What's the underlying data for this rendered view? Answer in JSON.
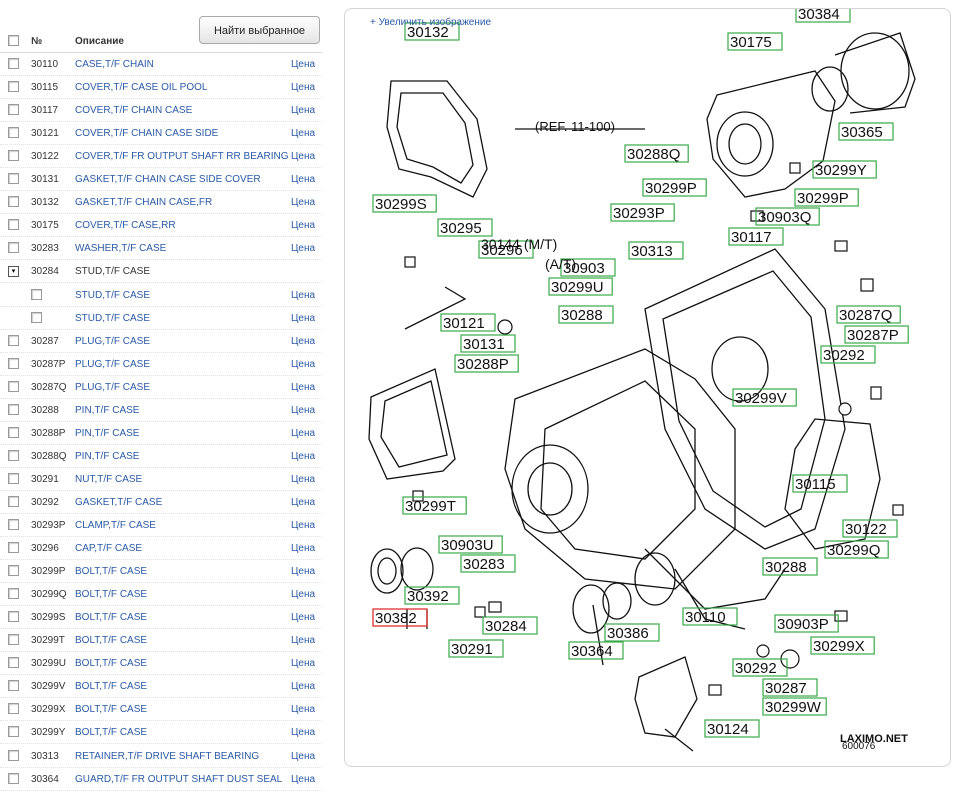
{
  "toolbar": {
    "find_selected": "Найти выбранное"
  },
  "table": {
    "col_no": "№",
    "col_desc": "Описание",
    "rows": [
      {
        "no": "30110",
        "desc": "CASE,T/F CHAIN",
        "price": "Цена"
      },
      {
        "no": "30115",
        "desc": "COVER,T/F CASE OIL POOL",
        "price": "Цена"
      },
      {
        "no": "30117",
        "desc": "COVER,T/F CHAIN CASE",
        "price": "Цена"
      },
      {
        "no": "30121",
        "desc": "COVER,T/F CHAIN CASE SIDE",
        "price": "Цена"
      },
      {
        "no": "30122",
        "desc": "COVER,T/F FR OUTPUT SHAFT RR BEARING",
        "price": "Цена"
      },
      {
        "no": "30131",
        "desc": "GASKET,T/F CHAIN CASE SIDE COVER",
        "price": "Цена"
      },
      {
        "no": "30132",
        "desc": "GASKET,T/F CHAIN CASE,FR",
        "price": "Цена"
      },
      {
        "no": "30175",
        "desc": "COVER,T/F CASE,RR",
        "price": "Цена"
      },
      {
        "no": "30283",
        "desc": "WASHER,T/F CASE",
        "price": "Цена"
      },
      {
        "no": "30284",
        "desc": "STUD,T/F CASE",
        "price": ""
      },
      {
        "no": "",
        "desc": "STUD,T/F CASE",
        "price": "Цена"
      },
      {
        "no": "",
        "desc": "STUD,T/F CASE",
        "price": "Цена"
      },
      {
        "no": "30287",
        "desc": "PLUG,T/F CASE",
        "price": "Цена"
      },
      {
        "no": "30287P",
        "desc": "PLUG,T/F CASE",
        "price": "Цена"
      },
      {
        "no": "30287Q",
        "desc": "PLUG,T/F CASE",
        "price": "Цена"
      },
      {
        "no": "30288",
        "desc": "PIN,T/F CASE",
        "price": "Цена"
      },
      {
        "no": "30288P",
        "desc": "PIN,T/F CASE",
        "price": "Цена"
      },
      {
        "no": "30288Q",
        "desc": "PIN,T/F CASE",
        "price": "Цена"
      },
      {
        "no": "30291",
        "desc": "NUT,T/F CASE",
        "price": "Цена"
      },
      {
        "no": "30292",
        "desc": "GASKET,T/F CASE",
        "price": "Цена"
      },
      {
        "no": "30293P",
        "desc": "CLAMP,T/F CASE",
        "price": "Цена"
      },
      {
        "no": "30296",
        "desc": "CAP,T/F CASE",
        "price": "Цена"
      },
      {
        "no": "30299P",
        "desc": "BOLT,T/F CASE",
        "price": "Цена"
      },
      {
        "no": "30299Q",
        "desc": "BOLT,T/F CASE",
        "price": "Цена"
      },
      {
        "no": "30299S",
        "desc": "BOLT,T/F CASE",
        "price": "Цена"
      },
      {
        "no": "30299T",
        "desc": "BOLT,T/F CASE",
        "price": "Цена"
      },
      {
        "no": "30299U",
        "desc": "BOLT,T/F CASE",
        "price": "Цена"
      },
      {
        "no": "30299V",
        "desc": "BOLT,T/F CASE",
        "price": "Цена"
      },
      {
        "no": "30299X",
        "desc": "BOLT,T/F CASE",
        "price": "Цена"
      },
      {
        "no": "30299Y",
        "desc": "BOLT,T/F CASE",
        "price": "Цена"
      },
      {
        "no": "30313",
        "desc": "RETAINER,T/F DRIVE SHAFT BEARING",
        "price": "Цена"
      },
      {
        "no": "30364",
        "desc": "GUARD,T/F FR OUTPUT SHAFT DUST SEAL",
        "price": "Цена"
      }
    ]
  },
  "diagram": {
    "zoom_link": "+ Увеличить изображение",
    "ref_text": "(REF. 11-100)",
    "watermark": "LAXIMO.NET",
    "drawing_no": "600076",
    "mt_label": "30144 (M/T)",
    "at_label": "(A/T)",
    "labels": [
      {
        "id": "30132"
      },
      {
        "id": "30384"
      },
      {
        "id": "30175"
      },
      {
        "id": "30365"
      },
      {
        "id": "30288Q"
      },
      {
        "id": "30299Y"
      },
      {
        "id": "30299P"
      },
      {
        "id": "30299P"
      },
      {
        "id": "30293P"
      },
      {
        "id": "30903Q"
      },
      {
        "id": "30299S"
      },
      {
        "id": "30295"
      },
      {
        "id": "30296"
      },
      {
        "id": "30313"
      },
      {
        "id": "30117"
      },
      {
        "id": "30903"
      },
      {
        "id": "30299U"
      },
      {
        "id": "30287Q"
      },
      {
        "id": "30288"
      },
      {
        "id": "30287P"
      },
      {
        "id": "30121"
      },
      {
        "id": "30131"
      },
      {
        "id": "30292"
      },
      {
        "id": "30288P"
      },
      {
        "id": "30299V"
      },
      {
        "id": "30115"
      },
      {
        "id": "30299T"
      },
      {
        "id": "30122"
      },
      {
        "id": "30903U"
      },
      {
        "id": "30299Q"
      },
      {
        "id": "30283"
      },
      {
        "id": "30288"
      },
      {
        "id": "30392"
      },
      {
        "id": "30110"
      },
      {
        "id": "30903P"
      },
      {
        "id": "30382"
      },
      {
        "id": "30284"
      },
      {
        "id": "30386"
      },
      {
        "id": "30299X"
      },
      {
        "id": "30291"
      },
      {
        "id": "30364"
      },
      {
        "id": "30292"
      },
      {
        "id": "30287"
      },
      {
        "id": "30299W"
      },
      {
        "id": "30124"
      }
    ]
  }
}
